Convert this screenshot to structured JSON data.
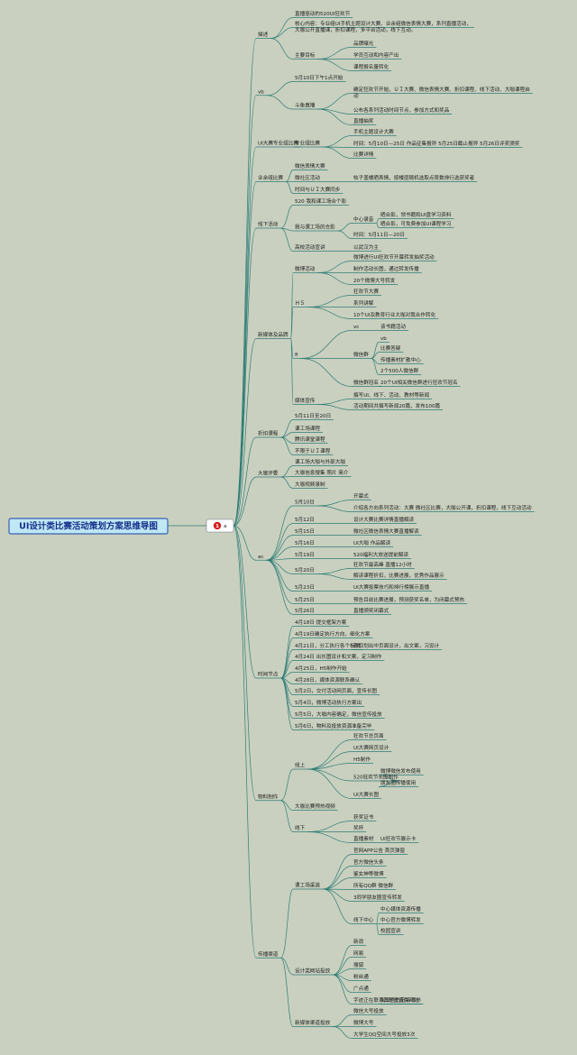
{
  "root": "UI设计类比赛活动策划方案思维导图",
  "hub": {
    "badge": "1",
    "label": "a"
  },
  "branches": [
    {
      "label": "描述",
      "children": [
        {
          "label": "直播驱动的520UI狂欢节"
        },
        {
          "label": "核心内容：专业组UI手机主题设计大赛、业余组微信表情大赛，系列直播活动，",
          "label2": "大咖公开直播课，折扣课程，多平台活动，线下互动。"
        },
        {
          "label": "主要目标",
          "children": [
            {
              "label": "品牌曝光"
            },
            {
              "label": "学员互动和内容产出"
            },
            {
              "label": "课程报名量转化"
            }
          ]
        }
      ]
    },
    {
      "label": "vb",
      "children": [
        {
          "label": "5月10日下午1点开始"
        },
        {
          "label": "斗鱼直播",
          "children": [
            {
              "label": "确定狂欢节开始，ＵＩ大赛、微信表情大赛、折扣课程、线下活动、大咖课程启",
              "label2": "动"
            },
            {
              "label": "公布各系列活动时间节点，参加方式和奖品"
            },
            {
              "label": "直播抽奖"
            }
          ]
        }
      ]
    },
    {
      "label": "UI大赛专业组比赛",
      "children": [
        {
          "label": "专业组比赛",
          "children": [
            {
              "label": "手机主题设计大赛"
            },
            {
              "label": "时间：5月10日—25日 作品征集报异 5月25日截止报异 5月26日评奖颁奖"
            },
            {
              "label": "比赛详情"
            }
          ]
        }
      ]
    },
    {
      "label": "业余组比赛",
      "children": [
        {
          "label": "微信表情大赛"
        },
        {
          "label": "微社区活动",
          "children": [
            {
              "label": "帖子盖楼晒表情，按楼层随机选取点赞数排行选获奖者"
            }
          ]
        },
        {
          "label": "时间与ＵＩ大赛同步"
        }
      ]
    },
    {
      "label": "线下活动",
      "children": [
        {
          "label": "520 我和课工场合个影"
        },
        {
          "label": "我与课工场的合影",
          "children": [
            {
              "label": "中心录音",
              "children": [
                {
                  "label": "晒合影，领书籍和UI盘学习资料"
                },
                {
                  "label": "晒合影，可免费参加UI课程学习"
                }
              ]
            },
            {
              "label": "时间：5月11日—20日"
            }
          ]
        },
        {
          "label": "高校活动宣讲",
          "children": [
            {
              "label": "以武汉为主"
            }
          ]
        }
      ]
    },
    {
      "label": "新媒体及品牌",
      "children": [
        {
          "label": "微博活动",
          "children": [
            {
              "label": "微博进行UI狂欢节开幕转发抽奖活动"
            },
            {
              "label": "制作活动长图，通过转发传播"
            },
            {
              "label": "20个微博大号转发"
            }
          ]
        },
        {
          "label": "Ｈ５",
          "children": [
            {
              "label": "狂欢节大赛"
            },
            {
              "label": "系列讲解"
            },
            {
              "label": "10个UI及教育行业大咖对我合作转化"
            }
          ]
        },
        {
          "label": "fi",
          "children": [
            {
              "label": "vc",
              "children": [
                {
                  "label": "该书籍活动"
                }
              ]
            },
            {
              "label": "微信群",
              "children": [
                {
                  "label": "vb"
                },
                {
                  "label": "比赛答疑"
                },
                {
                  "label": "传播素材扩散中心"
                },
                {
                  "label": "2个500人微信群"
                }
              ]
            },
            {
              "label": "微信群冠名",
              "children": [
                {
                  "label": "20个UI相关微信群进行狂欢节冠名"
                }
              ]
            }
          ]
        },
        {
          "label": "媒体宣传",
          "children": [
            {
              "label": "撰写UI、线下、活动、教材等新闻"
            },
            {
              "label": "活动期间共撰写新闻20篇，发布100篇"
            }
          ]
        }
      ]
    },
    {
      "label": "折扣课程",
      "children": [
        {
          "label": "5月11日至20日"
        },
        {
          "label": "课工场课程"
        },
        {
          "label": "腾讯课堂课程"
        },
        {
          "label": "不限于ＵＩ课程"
        }
      ]
    },
    {
      "label": "大咖评委",
      "children": [
        {
          "label": "课工场大咖与外部大咖"
        },
        {
          "label": "大咖信息搜集 照片 简介"
        },
        {
          "label": "大咖视频录制"
        }
      ]
    },
    {
      "label": "ac",
      "children": [
        {
          "label": "5月10日",
          "children": [
            {
              "label": "开幕式"
            },
            {
              "label": "介绍各方向系列活动：大赛 微社区比赛，大咖公开课，折扣课程，线下互动活动"
            }
          ]
        },
        {
          "label": "5月12日",
          "children": [
            {
              "label": "设计大赛比赛详情直播解读"
            }
          ]
        },
        {
          "label": "5月15日",
          "children": [
            {
              "label": "微社区微信表情大赛直播解读"
            }
          ]
        },
        {
          "label": "5月16日",
          "children": [
            {
              "label": "UI大咖 作品解读"
            }
          ]
        },
        {
          "label": "5月19日",
          "children": [
            {
              "label": "520福利大放送提前解读"
            }
          ]
        },
        {
          "label": "5月20日",
          "children": [
            {
              "label": "狂欢节最高峰 直播12小时"
            },
            {
              "label": "解读课程折扣，比赛进展，优秀作品展示"
            }
          ]
        },
        {
          "label": "5月23日",
          "children": [
            {
              "label": "UI大赛投票技巧和排行榜展示直播"
            }
          ]
        },
        {
          "label": "5月25日",
          "children": [
            {
              "label": "预告目前比赛进展，预测获奖名单，为闭幕式预热"
            }
          ]
        },
        {
          "label": "5月26日",
          "children": [
            {
              "label": "直播颁奖闭幕式"
            }
          ]
        }
      ]
    },
    {
      "label": "时间节点",
      "children": [
        {
          "label": "4月18日 提交框架方案"
        },
        {
          "label": "4月19日确定执行方向，细化方案"
        },
        {
          "label": "4月21日，分工执行各个板块",
          "children": [
            {
              "label": "获取划出中页面设计，出文案，习设计"
            }
          ]
        },
        {
          "label": "4月24日 出长图设计和文案，定习制作"
        },
        {
          "label": "4月25日，H5制作开始"
        },
        {
          "label": "4月28日，媒体资源联系确认"
        },
        {
          "label": "5月2日，交付活动网页面，宣传长图"
        },
        {
          "label": "5月4日，微博活动执行方案出"
        },
        {
          "label": "5月5日，大咖内容确定，微信宣传投放"
        },
        {
          "label": "5月6日，物料及投放资源准备完毕"
        }
      ]
    },
    {
      "label": "物料制作",
      "children": [
        {
          "label": "线上",
          "children": [
            {
              "label": "狂欢节总页面"
            },
            {
              "label": "UI大赛网页设计"
            },
            {
              "label": "H5制作"
            },
            {
              "label": "520狂欢节长图制作",
              "children": [
                {
                  "label": "微博微信发布使用"
                },
                {
                  "label": "朋友圈传播使用"
                }
              ]
            },
            {
              "label": "UI大赛长图"
            }
          ]
        },
        {
          "label": "大咖比赛预热视频"
        },
        {
          "label": "线下",
          "children": [
            {
              "label": "获奖证书"
            },
            {
              "label": "奖杯"
            },
            {
              "label": "直播素材",
              "children": [
                {
                  "label": "UI狂欢节展示卡"
                }
              ]
            }
          ]
        }
      ]
    },
    {
      "label": "传播渠道",
      "children": [
        {
          "label": "课工场渠道",
          "children": [
            {
              "label": "官网APP公告 首页弹窗"
            },
            {
              "label": "官方微信头条"
            },
            {
              "label": "鉴女神等微博"
            },
            {
              "label": "所有QQ群 微信群"
            },
            {
              "label": "3同学朋友圈宣传转发"
            },
            {
              "label": "线下中心",
              "children": [
                {
                  "label": "中心媒体资源传播"
                },
                {
                  "label": "中心官方微博转发"
                },
                {
                  "label": "校园宣讲"
                }
              ]
            }
          ]
        },
        {
          "label": "设计类网站投放",
          "children": [
            {
              "label": "新浪"
            },
            {
              "label": "网易"
            },
            {
              "label": "搜狐"
            },
            {
              "label": "粉丝通"
            },
            {
              "label": "广点通"
            },
            {
              "label": "字迹正在联系其他垂直类网站",
              "children": [
                {
                  "label": "尝试官方冠名背书"
                }
              ]
            }
          ]
        },
        {
          "label": "新媒体渠道投放",
          "children": [
            {
              "label": "微信大号投放"
            },
            {
              "label": "微博大号"
            },
            {
              "label": "大学生QQ空间大号投放3次"
            }
          ]
        }
      ]
    }
  ]
}
